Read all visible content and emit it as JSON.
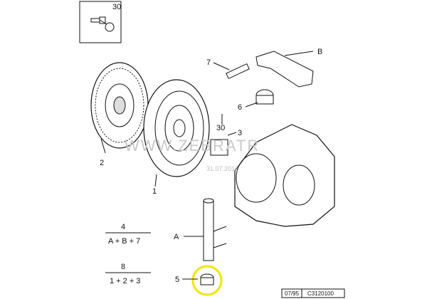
{
  "callouts": {
    "inset_part": "30",
    "disc": "2",
    "pressure_plate": "1",
    "pin": "7",
    "fork": "B",
    "bushing": "6",
    "bolt": "30",
    "release_bearing": "3",
    "shaft": "A",
    "lower_bushing": "5"
  },
  "kits": [
    {
      "number": "4",
      "formula": "A + B + 7"
    },
    {
      "number": "8",
      "formula": "1 + 2 + 3"
    }
  ],
  "footer": {
    "date": "07/95",
    "ref": "C3120100"
  },
  "watermark": {
    "line1": "WWW.ZEBRATR",
    "line2": "31.07.2012"
  },
  "colors": {
    "highlight": "#f2e600",
    "line": "#111111"
  }
}
